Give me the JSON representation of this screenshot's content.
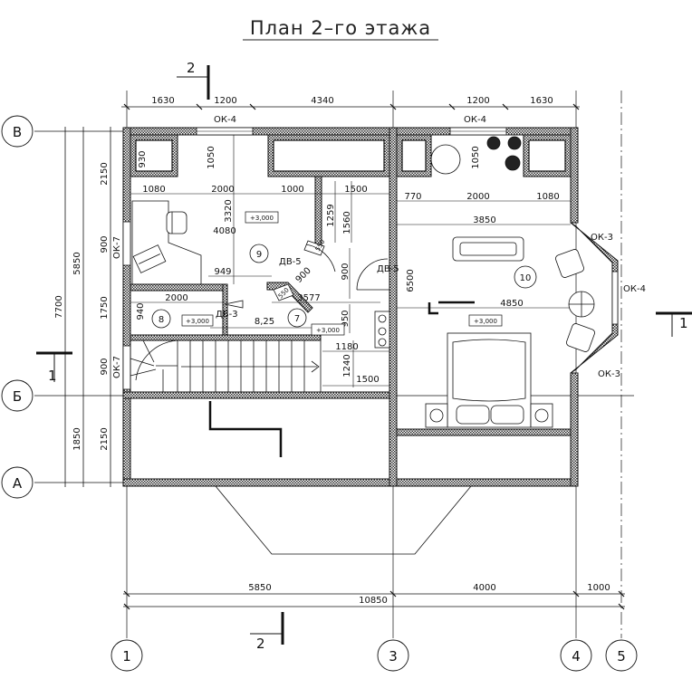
{
  "title": "План 2–го этажа",
  "axes": {
    "rows": [
      "В",
      "Б",
      "А"
    ],
    "cols": [
      "1",
      "3",
      "4",
      "5"
    ]
  },
  "section_marks": {
    "top": "2",
    "bottom": "2",
    "right": "1",
    "left": "1"
  },
  "dims": {
    "top": [
      "1630",
      "1200",
      "4340",
      "1200",
      "1630"
    ],
    "bottom_row1": [
      "5850",
      "4000",
      "1000"
    ],
    "bottom_total": "10850",
    "left_outer": "7700",
    "left_mid": [
      "5850",
      "1850"
    ],
    "left_inner": [
      "2150",
      "900",
      "1750",
      "900",
      "2150"
    ],
    "inner": [
      "930",
      "1050",
      "1050",
      "1080",
      "2000",
      "1000",
      "1500",
      "770",
      "2000",
      "1080",
      "3320",
      "4080",
      "1259",
      "1560",
      "3850",
      "949",
      "900",
      "900",
      "6500",
      "2000",
      "940",
      "3577",
      "4850",
      "950",
      "8,25",
      "1180",
      "1240",
      "1500"
    ]
  },
  "windows": [
    "ОК-4",
    "ОК-4",
    "ОК-7",
    "ОК-7",
    "ОК-3",
    "ОК-4",
    "ОК-3"
  ],
  "doors": [
    "ДВ-5",
    "ДВ-5",
    "ДВ-3"
  ],
  "door_swing": [
    "550",
    "550"
  ],
  "rooms": [
    "9",
    "8",
    "7",
    "10"
  ],
  "levels": [
    "+3,000",
    "+3,000",
    "+3,000",
    "+3,000"
  ]
}
